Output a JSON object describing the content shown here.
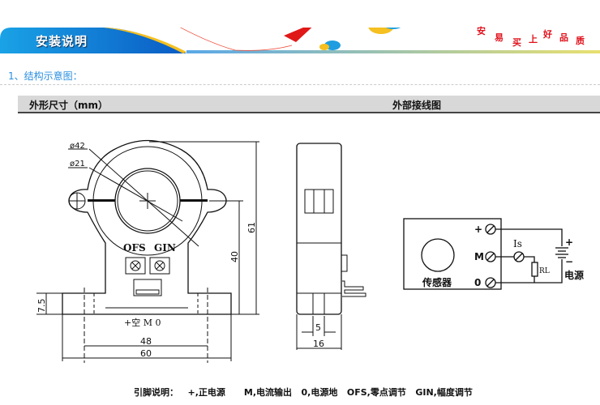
{
  "header": {
    "title": "安装说明",
    "slogan": [
      "安",
      "易",
      "买",
      "上",
      "好",
      "品",
      "质"
    ]
  },
  "section": {
    "subtitle": "1、结构示意图："
  },
  "table": {
    "left_header": "外形尺寸（mm）",
    "right_header": "外部接线图"
  },
  "front_view": {
    "outer_dia": "ø42",
    "inner_dia": "ø21",
    "ofs": "OFS",
    "gin": "GIN",
    "pins": "+空 M 0",
    "dim_height": "61",
    "dim_center": "40",
    "dim_base": "7.5",
    "dim_holes": "48",
    "dim_width": "60"
  },
  "side_view": {
    "dim_pin": "5",
    "dim_depth": "16"
  },
  "wiring": {
    "plus": "+",
    "m": "M",
    "zero": "0",
    "sensor": "传感器",
    "is": "Is",
    "rl": "RL",
    "bat_plus": "+",
    "bat_minus": "−",
    "power": "电源"
  },
  "footer": {
    "label": "引脚说明：",
    "items": [
      "+,正电源",
      "M,电流输出",
      "0,电源地",
      "OFS,零点调节",
      "GIN,幅度调节"
    ]
  }
}
